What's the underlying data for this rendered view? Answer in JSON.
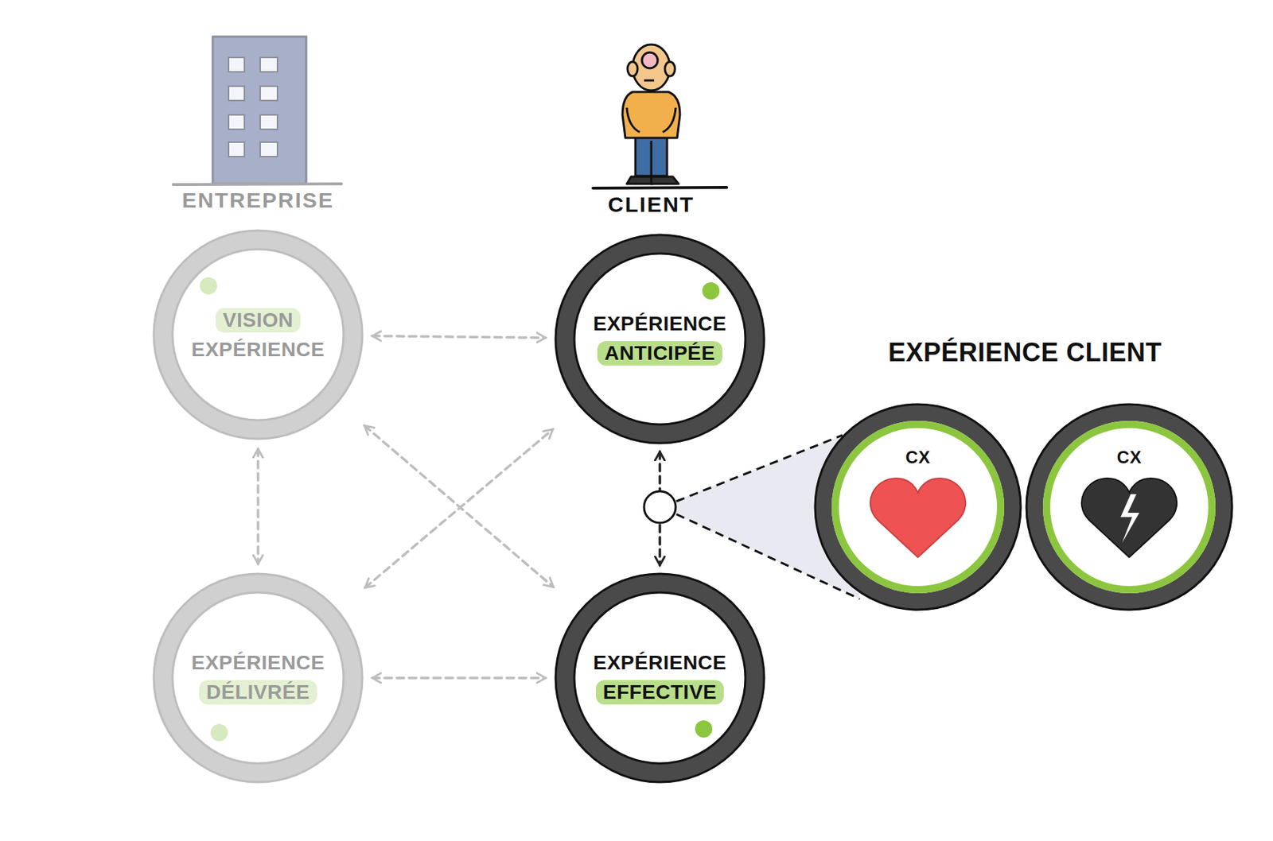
{
  "diagram": {
    "nodes": [
      {
        "text": [
          "VISION",
          "EXPÉRIENCE"
        ]
      },
      {
        "text": [
          "EXPÉRIENCE",
          "ANTICIPÉE"
        ]
      },
      {
        "text": [
          "EXPÉRIENCE",
          "DÉLIVRÉE"
        ]
      },
      {
        "text": [
          "EXPÉRIENCE",
          "EFFECTIVE"
        ]
      },
      {
        "text": [
          "EXPÉRIENCE CLIENT"
        ]
      },
      {
        "text": [
          "CX"
        ],
        "in": 4
      },
      {
        "text": [
          "CX"
        ],
        "in": 4
      }
    ],
    "edges": [
      {
        "from": 0,
        "to": 1,
        "arrow": "both"
      },
      {
        "from": 0,
        "to": 2,
        "arrow": "both"
      },
      {
        "from": 0,
        "to": 3,
        "arrow": "both"
      },
      {
        "from": 2,
        "to": 1,
        "arrow": "both"
      },
      {
        "from": 2,
        "to": 3,
        "arrow": "both"
      },
      {
        "from": 1,
        "to": 3,
        "arrow": "both"
      }
    ],
    "labels": [
      "ENTREPRISE",
      "CLIENT"
    ]
  }
}
